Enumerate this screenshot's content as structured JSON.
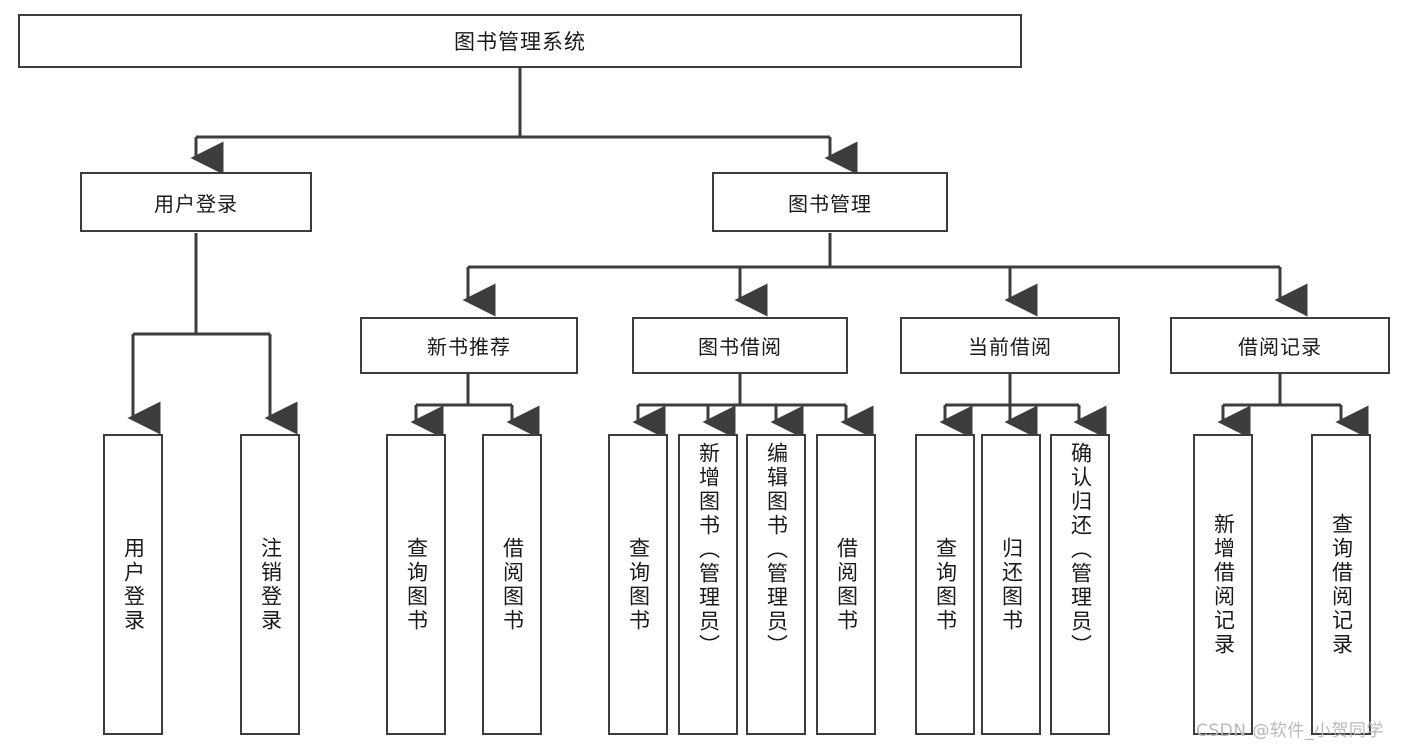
{
  "diagram": {
    "type": "tree",
    "title": "图书管理系统",
    "colors": {
      "background": "#ffffff",
      "box_border": "#3d3d3d",
      "box_fill": "#ffffff",
      "text": "#1a1a1a",
      "connector": "#3d3d3d",
      "watermark": "#b9b9b9"
    },
    "root": {
      "label": "图书管理系统"
    },
    "level2": [
      {
        "label": "用户登录"
      },
      {
        "label": "图书管理"
      }
    ],
    "level3": [
      {
        "label": "新书推荐"
      },
      {
        "label": "图书借阅"
      },
      {
        "label": "当前借阅"
      },
      {
        "label": "借阅记录"
      }
    ],
    "leaves": {
      "user_login": [
        {
          "label": "用户登录"
        },
        {
          "label": "注销登录"
        }
      ],
      "new_book_recommend": [
        {
          "label": "查询图书"
        },
        {
          "label": "借阅图书"
        }
      ],
      "book_borrow": [
        {
          "label": "查询图书"
        },
        {
          "label": "新增图书（管理员）"
        },
        {
          "label": "编辑图书（管理员）"
        },
        {
          "label": "借阅图书"
        }
      ],
      "current_borrow": [
        {
          "label": "查询图书"
        },
        {
          "label": "归还图书"
        },
        {
          "label": "确认归还（管理员）"
        }
      ],
      "borrow_record": [
        {
          "label": "新增借阅记录"
        },
        {
          "label": "查询借阅记录"
        }
      ]
    }
  },
  "watermark": {
    "text": "CSDN @软件_小贺同学"
  }
}
